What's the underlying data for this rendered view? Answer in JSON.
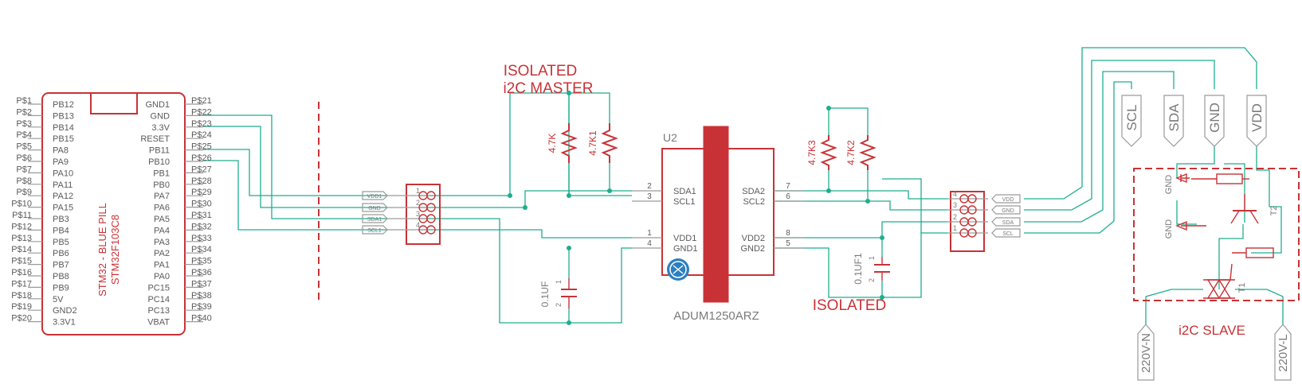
{
  "stm32": {
    "left_pins": [
      "P$1",
      "P$2",
      "P$3",
      "P$4",
      "P$5",
      "P$6",
      "P$7",
      "P$8",
      "P$9",
      "P$10",
      "P$11",
      "P$12",
      "P$13",
      "P$14",
      "P$15",
      "P$16",
      "P$17",
      "P$18",
      "P$19",
      "P$20"
    ],
    "left_labels": [
      "PB12",
      "PB13",
      "PB14",
      "PB15",
      "PA8",
      "PA9",
      "PA10",
      "PA11",
      "PA12",
      "PA15",
      "PB3",
      "PB4",
      "PB5",
      "PB6",
      "PB7",
      "PB8",
      "PB9",
      "5V",
      "GND2",
      "3.3V1"
    ],
    "right_labels": [
      "GND1",
      "GND",
      "3.3V",
      "RESET",
      "PB11",
      "PB10",
      "PB1",
      "PB0",
      "PA7",
      "PA6",
      "PA5",
      "PA4",
      "PA3",
      "PA2",
      "PA1",
      "PA0",
      "PC15",
      "PC14",
      "PC13",
      "VBAT"
    ],
    "right_pins": [
      "P$21",
      "P$22",
      "P$23",
      "P$24",
      "P$25",
      "P$26",
      "P$27",
      "P$28",
      "P$29",
      "P$30",
      "P$31",
      "P$32",
      "P$33",
      "P$34",
      "P$35",
      "P$36",
      "P$37",
      "P$38",
      "P$39",
      "P$40"
    ],
    "name": "STM32 - BLUE PILL",
    "part": "STM32F103C8"
  },
  "connector_left": {
    "nums": [
      "1",
      "2",
      "3",
      "4"
    ],
    "flags": [
      "VDD1",
      "GND",
      "SDA1",
      "SCL1"
    ]
  },
  "master_title_line1": "ISOLATED",
  "master_title_line2": "i2C MASTER",
  "isolated_label": "ISOLATED",
  "r_left_a": "4.7K",
  "r_left_b": "4.7K1",
  "r_right_a": "4.7K3",
  "r_right_b": "4.7K2",
  "c_left": {
    "value": "0.1UF",
    "pin1": "1",
    "pin2": "2"
  },
  "c_right": {
    "value": "0.1UF1",
    "pin1": "1",
    "pin2": "2"
  },
  "u2": {
    "ref": "U2",
    "part": "ADUM1250ARZ",
    "left": [
      {
        "num": "2",
        "name": "SDA1"
      },
      {
        "num": "3",
        "name": "SCL1"
      },
      {
        "num": "1",
        "name": "VDD1"
      },
      {
        "num": "4",
        "name": "GND1"
      }
    ],
    "right": [
      {
        "num": "7",
        "name": "SDA2"
      },
      {
        "num": "6",
        "name": "SCL2"
      },
      {
        "num": "8",
        "name": "VDD2"
      },
      {
        "num": "5",
        "name": "GND2"
      }
    ]
  },
  "connector_right": {
    "nums": [
      "4",
      "3",
      "2",
      "1"
    ],
    "flags": [
      "VDD",
      "GND",
      "SDA",
      "SCL"
    ]
  },
  "slave_flags": [
    "SCL",
    "SDA",
    "GND",
    "VDD"
  ],
  "slave_inner": {
    "gnd_top": "GND",
    "gnd_bottom": "GND",
    "t2": "T2",
    "t1": "T1"
  },
  "mains": {
    "n": "220V-N",
    "l": "220V-L"
  },
  "slave_title": "i2C SLAVE",
  "colors": {
    "wire": "#1fad8e",
    "symbol": "#c83236",
    "pin": "#9a9a9a"
  }
}
